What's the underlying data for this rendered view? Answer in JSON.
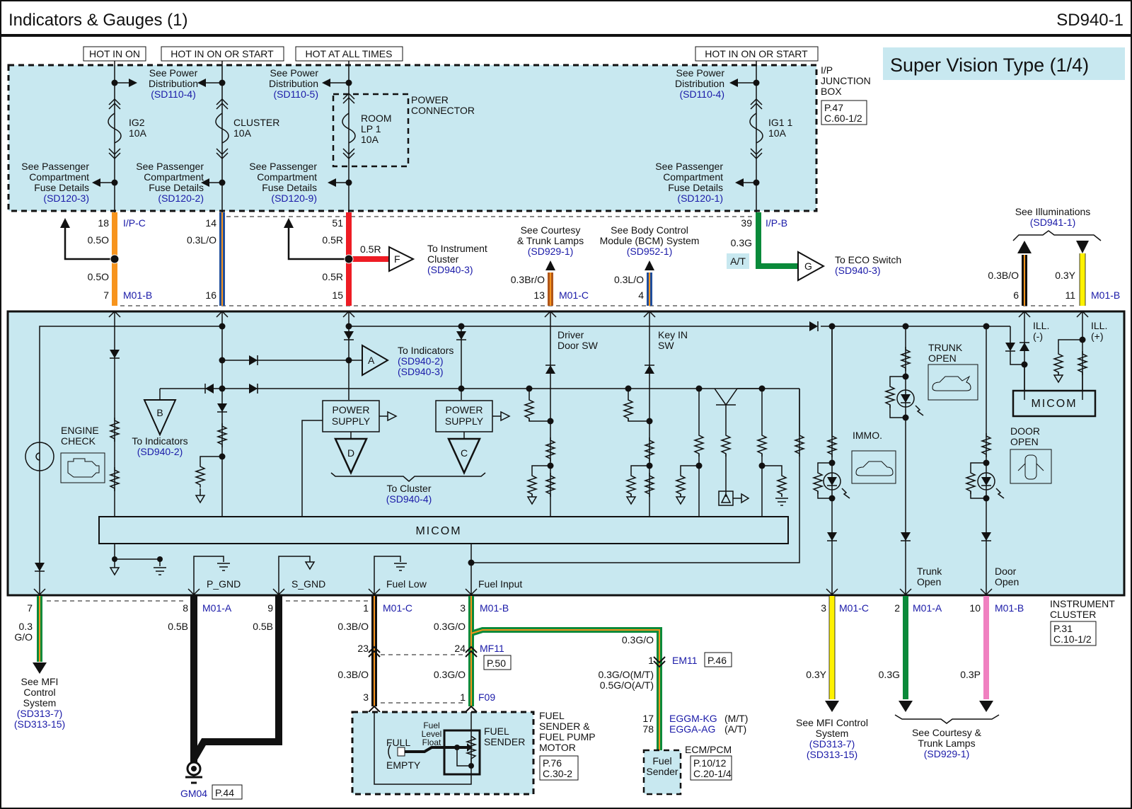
{
  "header": {
    "title": "Indicators & Gauges (1)",
    "page_code": "SD940-1",
    "variant": "Super Vision Type (1/4)"
  },
  "colors": {
    "panel_fill": "#c8e8f0",
    "wire_orange": "#f7941d",
    "wire_red": "#ee1c24",
    "wire_green": "#0a8a3a",
    "wire_yellow": "#fff200",
    "wire_pink": "#f080c0",
    "wire_blue": "#1f4e9c",
    "wire_brown": "#b0561a",
    "link_blue": "#1a1aa8"
  },
  "power_labels": [
    "HOT IN ON",
    "HOT IN ON OR START",
    "HOT AT ALL TIMES",
    "HOT IN ON OR START"
  ],
  "junction_box": {
    "name": "I/P\nJUNCTION\nBOX",
    "name_lines": [
      "I/P",
      "JUNCTION",
      "BOX"
    ],
    "ref_lines": [
      "P.47",
      "C.60-1/2"
    ],
    "fuses": [
      {
        "name": "IG2",
        "rating": "10A",
        "top_ref": "See Power\nDistribution",
        "top_ref_lines": [
          "See Power",
          "Distribution"
        ],
        "top_code": "(SD110-4)",
        "bottom_ref_lines": [
          "See Passenger",
          "Compartment",
          "Fuse Details"
        ],
        "bottom_code": "(SD120-3)"
      },
      {
        "name": "CLUSTER",
        "rating": "10A",
        "bottom_ref_lines": [
          "See Passenger",
          "Compartment",
          "Fuse Details"
        ],
        "bottom_code": "(SD120-2)"
      },
      {
        "name_lines": [
          "ROOM",
          "LP 1",
          "10A"
        ],
        "top_ref_lines": [
          "See Power",
          "Distribution"
        ],
        "top_code": "(SD110-5)",
        "bottom_ref_lines": [
          "See Passenger",
          "Compartment",
          "Fuse Details"
        ],
        "bottom_code": "(SD120-9)"
      },
      {
        "name": "IG1 1",
        "rating": "10A",
        "top_ref_lines": [
          "See Power",
          "Distribution"
        ],
        "top_code": "(SD110-4)",
        "bottom_ref_lines": [
          "See Passenger",
          "Compartment",
          "Fuse Details"
        ],
        "bottom_code": "(SD120-1)"
      }
    ],
    "power_connector_lines": [
      "POWER",
      "CONNECTOR"
    ]
  },
  "upper_wires": [
    {
      "pin_top": "18",
      "conn_top": "I/P-C",
      "gauge_top": "0.5O",
      "gauge_bottom": "0.5O",
      "pin_bottom": "7",
      "conn_bottom": "M01-B"
    },
    {
      "pin_top": "14",
      "gauge": "0.3L/O",
      "pin_bottom": "16"
    },
    {
      "pin_top": "51",
      "gauge_top": "0.5R",
      "gauge_branch": "0.5R",
      "gauge_bottom": "0.5R",
      "pin_bottom": "15"
    },
    {
      "ref_lines": [
        "See Courtesy",
        "& Trunk Lamps"
      ],
      "code": "(SD929-1)",
      "gauge": "0.3Br/O",
      "pin": "13",
      "conn": "M01-C"
    },
    {
      "ref_lines": [
        "See Body Control",
        "Module (BCM) System"
      ],
      "code": "(SD952-1)",
      "gauge": "0.3L/O",
      "pin": "4"
    },
    {
      "pin_top": "39",
      "conn_top": "I/P-B",
      "gauge": "0.3G",
      "option": "A/T"
    },
    {
      "gauge": "0.3B/O",
      "pin": "6"
    },
    {
      "gauge": "0.3Y",
      "pin": "11",
      "conn": "M01-B"
    }
  ],
  "connectors_offpage": {
    "F": {
      "label": "F",
      "text_lines": [
        "To Instrument",
        "Cluster"
      ],
      "code": "(SD940-3)"
    },
    "G": {
      "label": "G",
      "text": "To ECO Switch",
      "code": "(SD940-3)"
    },
    "illum": {
      "text": "See Illuminations",
      "code": "(SD941-1)"
    }
  },
  "cluster": {
    "micom_main": "MICOM",
    "micom_small": "MICOM",
    "engine_check_lines": [
      "ENGINE",
      "CHECK"
    ],
    "to_indicators_a": {
      "label": "A",
      "text": "To Indicators",
      "codes": [
        "(SD940-2)",
        "(SD940-3)"
      ]
    },
    "to_indicators_b": {
      "label": "B",
      "text": "To Indicators",
      "code": "(SD940-2)"
    },
    "power_supply_lines": [
      "POWER",
      "SUPPLY"
    ],
    "to_cluster": {
      "labels": [
        "D",
        "C"
      ],
      "text": "To Cluster",
      "code": "(SD940-4)"
    },
    "driver_door_sw_lines": [
      "Driver",
      "Door SW"
    ],
    "key_in_sw_lines": [
      "Key IN",
      "SW"
    ],
    "trunk_open_lines": [
      "TRUNK",
      "OPEN"
    ],
    "immo": "IMMO.",
    "door_open_lines": [
      "DOOR",
      "OPEN"
    ],
    "ill_minus_lines": [
      "ILL.",
      "(-)"
    ],
    "ill_plus_lines": [
      "ILL.",
      "(+)"
    ],
    "pin_labels": {
      "p_gnd": "P_GND",
      "s_gnd": "S_GND",
      "fuel_low": "Fuel Low",
      "fuel_input": "Fuel Input",
      "trunk_open_lines": [
        "Trunk",
        "Open"
      ],
      "door_open_lines": [
        "Door",
        "Open"
      ]
    },
    "name_lines": [
      "INSTRUMENT",
      "CLUSTER"
    ],
    "ref_lines": [
      "P.31",
      "C.10-1/2"
    ]
  },
  "lower_wires": [
    {
      "pin": "7",
      "gauge_lines": [
        "0.3",
        "G/O"
      ],
      "ref_lines": [
        "See MFI",
        "Control",
        "System"
      ],
      "codes": [
        "(SD313-7)",
        "(SD313-15)"
      ]
    },
    {
      "pin": "8",
      "conn": "M01-A",
      "gauge": "0.5B"
    },
    {
      "pin": "9",
      "gauge": "0.5B"
    },
    {
      "pin": "1",
      "conn": "M01-C",
      "gauge": "0.3B/O",
      "mid_pin": "23",
      "gauge2": "0.3B/O",
      "end_pin": "3"
    },
    {
      "pin": "3",
      "conn": "M01-B",
      "gauge": "0.3G/O",
      "mid_pin": "24",
      "mid_conn": "MF11",
      "mid_ref": "P.50",
      "gauge2": "0.3G/O",
      "end_pin": "1",
      "end_conn": "F09"
    },
    {
      "gauge": "0.3G/O",
      "pin": "1",
      "conn": "EM11",
      "ref": "P.46",
      "gauge2_lines": [
        "0.3G/O(M/T)",
        "0.5G/O(A/T)"
      ],
      "end_pins": [
        "17",
        "78"
      ],
      "end_conns": [
        "EGGM-KG",
        "EGGA-AG"
      ],
      "end_opts": [
        "(M/T)",
        "(A/T)"
      ]
    },
    {
      "pin": "3",
      "conn": "M01-C",
      "gauge": "0.3Y",
      "ref_lines": [
        "See MFI Control",
        "System"
      ],
      "codes": [
        "(SD313-7)",
        "(SD313-15)"
      ]
    },
    {
      "pin": "2",
      "conn": "M01-A",
      "gauge": "0.3G"
    },
    {
      "pin": "10",
      "conn": "M01-B",
      "gauge": "0.3P",
      "ref_lines": [
        "See Courtesy &",
        "Trunk Lamps"
      ],
      "code": "(SD929-1)"
    }
  ],
  "ground": {
    "name": "GM04",
    "ref": "P.44"
  },
  "fuel_sender": {
    "name_lines": [
      "FUEL",
      "SENDER &",
      "FUEL PUMP",
      "MOTOR"
    ],
    "ref_lines": [
      "P.76",
      "C.30-2"
    ],
    "sender_lines": [
      "FUEL",
      "SENDER"
    ],
    "float_lines": [
      "Fuel",
      "Level",
      "Float"
    ],
    "full": "FULL",
    "empty": "EMPTY"
  },
  "ecm": {
    "name": "ECM/PCM",
    "inner_lines": [
      "Fuel",
      "Sender"
    ],
    "ref_lines": [
      "P.10/12",
      "C.20-1/4"
    ]
  }
}
